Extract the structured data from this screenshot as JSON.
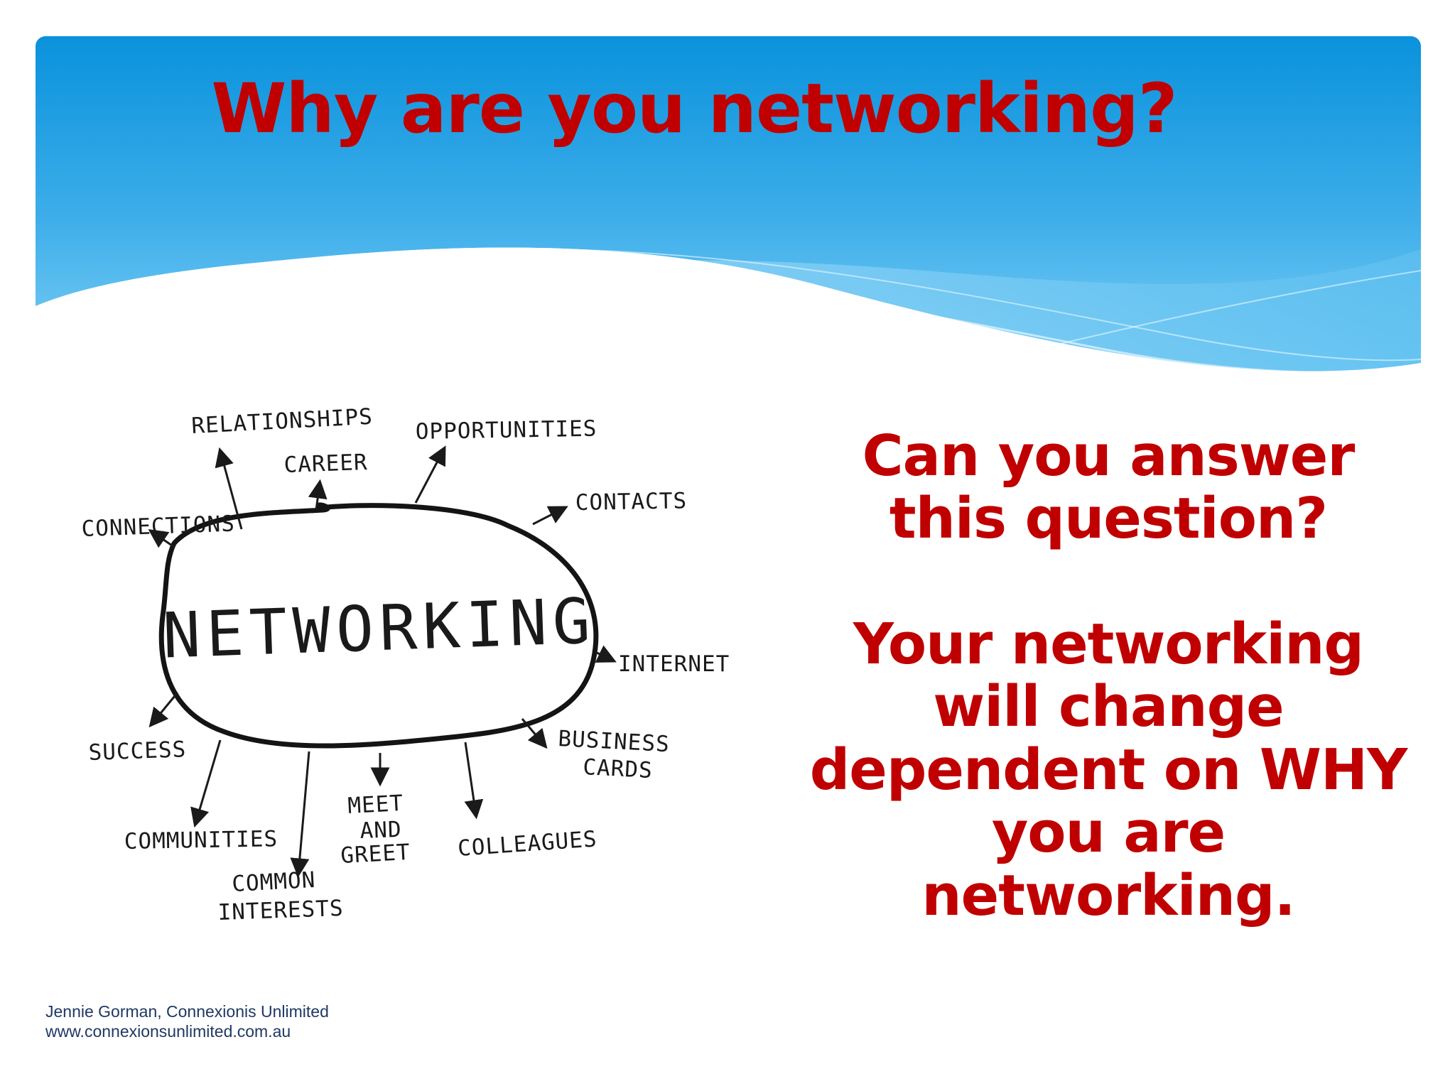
{
  "slide": {
    "title": "Why are you networking?",
    "answer_text": {
      "question": "Can you answer this question?",
      "statement": "Your networking will change dependent on WHY you are networking."
    },
    "footer": {
      "author_line": "Jennie Gorman, Connexionis Unlimited",
      "website": "www.connexionsunlimited.com.au"
    },
    "mind_map": {
      "center": "NETWORKING",
      "branches": [
        "RELATIONSHIPS",
        "CAREER",
        "OPPORTUNITIES",
        "CONTACTS",
        "CONNECTIONS",
        "INTERNET",
        "SUCCESS",
        "BUSINESS",
        "CARDS",
        "COMMUNITIES",
        "MEET",
        "AND",
        "GREET",
        "COLLEAGUES",
        "COMMON",
        "INTERESTS"
      ]
    },
    "colors": {
      "title_red": "#c00000",
      "banner_blue_top": "#0a92dc",
      "banner_blue_bottom": "#7fd0f5",
      "footer_navy": "#1f3864"
    }
  }
}
